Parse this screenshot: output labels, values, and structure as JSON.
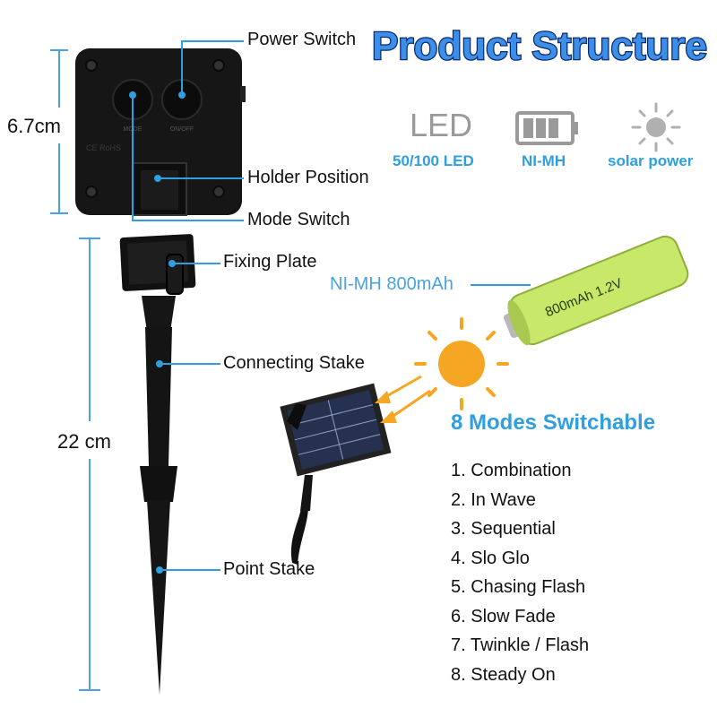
{
  "title": "Product Structure",
  "dimensions": {
    "controller_height": "6.7cm",
    "stake_height": "22 cm"
  },
  "callouts": {
    "power_switch": "Power Switch",
    "holder_position": "Holder Position",
    "mode_switch": "Mode Switch",
    "fixing_plate": "Fixing Plate",
    "connecting_stake": "Connecting Stake",
    "point_stake": "Point Stake",
    "battery": "NI-MH 800mAh"
  },
  "controller_labels": {
    "mode": "MODE",
    "on_off": "ON/OFF",
    "side_text": "CE RoHS"
  },
  "battery_print": "800mAh 1.2V",
  "features": [
    {
      "icon": "led-text-icon",
      "icon_text": "LED",
      "label": "50/100 LED"
    },
    {
      "icon": "battery-icon",
      "label": "NI-MH"
    },
    {
      "icon": "sun-icon",
      "label": "solar power"
    }
  ],
  "modes_heading": "8 Modes Switchable",
  "modes": [
    "1. Combination",
    "2. In Wave",
    "3. Sequential",
    "4. Slo Glo",
    "5. Chasing Flash",
    "6. Slow Fade",
    "7. Twinkle / Flash",
    "8. Steady On"
  ],
  "colors": {
    "title_fill": "#3b8fe8",
    "title_outline": "#0d2a6b",
    "accent_blue": "#2f9fe0",
    "dimension_line": "#4aa3e0",
    "sun_orange": "#f5a623",
    "battery_green": "#c8e86a",
    "controller_black": "#161616"
  }
}
